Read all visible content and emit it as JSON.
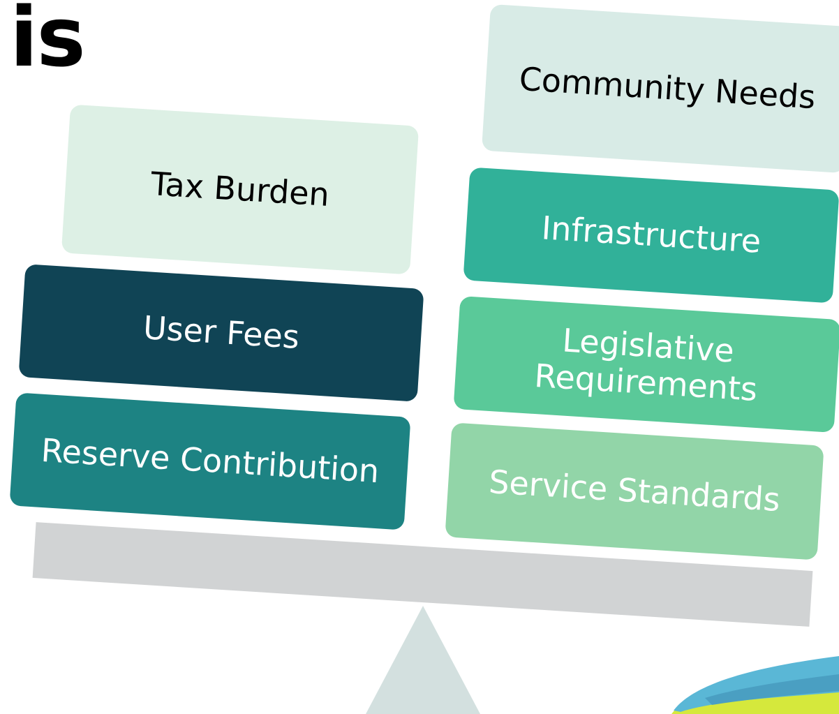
{
  "heading": "is",
  "colors": {
    "light_green": "#ddf0e5",
    "pale_teal": "#d8ebe6",
    "dark_navy": "#104455",
    "deep_teal": "#1d8383",
    "teal": "#31b199",
    "mint": "#5ac999",
    "pale_mint": "#92d5a8",
    "beam": "#d1d3d4",
    "fulcrum": "#d3e0df"
  },
  "left_side": {
    "blocks": [
      {
        "label": "Tax Burden",
        "color": "#ddf0e5",
        "text_color": "#000000"
      },
      {
        "label": "User Fees",
        "color": "#104455",
        "text_color": "#ffffff"
      },
      {
        "label": "Reserve Contribution",
        "color": "#1d8383",
        "text_color": "#ffffff"
      }
    ]
  },
  "right_side": {
    "blocks": [
      {
        "label": "Community Needs",
        "color": "#d8ebe6",
        "text_color": "#000000"
      },
      {
        "label": "Infrastructure",
        "color": "#31b199",
        "text_color": "#ffffff"
      },
      {
        "label_line1": "Legislative",
        "label_line2": "Requirements",
        "color": "#5ac999",
        "text_color": "#ffffff"
      },
      {
        "label": "Service Standards",
        "color": "#92d5a8",
        "text_color": "#ffffff"
      }
    ]
  }
}
